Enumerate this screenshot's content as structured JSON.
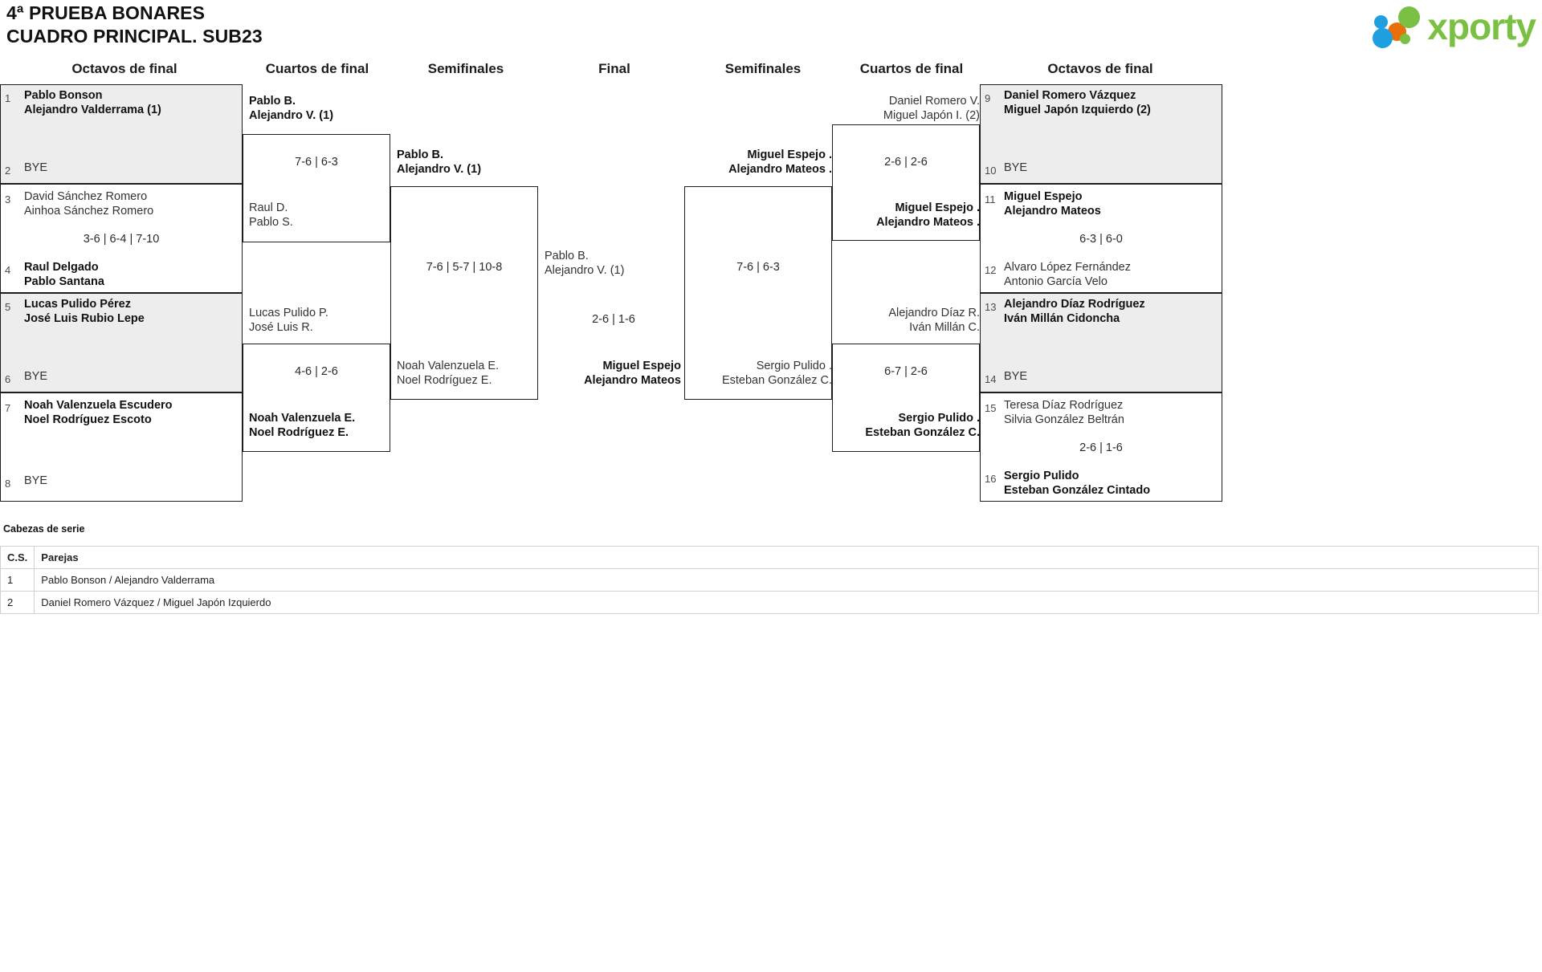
{
  "header": {
    "title_line1": "4ª PRUEBA BONARES",
    "title_line2": "CUADRO PRINCIPAL. SUB23",
    "logo_text": "xporty"
  },
  "rounds": {
    "left_octavos": "Octavos de final",
    "left_cuartos": "Cuartos de final",
    "left_semis": "Semifinales",
    "final": "Final",
    "right_semis": "Semifinales",
    "right_cuartos": "Cuartos de final",
    "right_octavos": "Octavos de final"
  },
  "left_octavos": [
    {
      "seed": "1",
      "p1": "Pablo Bonson",
      "p2": "Alejandro Valderrama (1)",
      "winner": true,
      "bye": false
    },
    {
      "seed": "2",
      "p1": "BYE",
      "p2": "",
      "winner": false,
      "bye": true
    },
    {
      "seed": "3",
      "p1": "David Sánchez Romero",
      "p2": "Ainhoa Sánchez Romero",
      "winner": false,
      "bye": false
    },
    {
      "seed": "4",
      "p1": "Raul Delgado",
      "p2": "Pablo Santana",
      "winner": true,
      "bye": false
    },
    {
      "seed": "5",
      "p1": "Lucas Pulido Pérez",
      "p2": "José Luis Rubio Lepe",
      "winner": true,
      "bye": false
    },
    {
      "seed": "6",
      "p1": "BYE",
      "p2": "",
      "winner": false,
      "bye": true
    },
    {
      "seed": "7",
      "p1": "Noah Valenzuela Escudero",
      "p2": "Noel Rodríguez Escoto",
      "winner": true,
      "bye": false
    },
    {
      "seed": "8",
      "p1": "BYE",
      "p2": "",
      "winner": false,
      "bye": true
    }
  ],
  "left_octavos_scores": {
    "match2": "3-6 | 6-4 | 7-10"
  },
  "left_cuartos": [
    {
      "p1": "Pablo B.",
      "p2": "Alejandro V. (1)",
      "winner": true
    },
    {
      "p1": "Raul D.",
      "p2": "Pablo S.",
      "winner": false
    },
    {
      "p1": "Lucas Pulido P.",
      "p2": "José Luis R.",
      "winner": false
    },
    {
      "p1": "Noah Valenzuela E.",
      "p2": "Noel Rodríguez E.",
      "winner": true
    }
  ],
  "left_cuartos_scores": {
    "match1": "7-6 | 6-3",
    "match2": "4-6 | 2-6"
  },
  "left_semis": [
    {
      "p1": "Pablo B.",
      "p2": "Alejandro V. (1)",
      "winner": true
    },
    {
      "p1": "Noah Valenzuela E.",
      "p2": "Noel Rodríguez E.",
      "winner": false
    }
  ],
  "left_semis_scores": {
    "match1": "7-6 | 5-7 | 10-8"
  },
  "final": {
    "left_side": {
      "p1": "Pablo B.",
      "p2": "Alejandro V. (1)",
      "winner": false
    },
    "right_side": {
      "p1": "Miguel Espejo .",
      "p2": "Alejandro Mateos .",
      "winner": true
    },
    "score": "2-6 | 1-6"
  },
  "right_semis": [
    {
      "p1": "Miguel Espejo .",
      "p2": "Alejandro Mateos .",
      "winner": true
    },
    {
      "p1": "Sergio Pulido .",
      "p2": "Esteban González C.",
      "winner": false
    }
  ],
  "right_semis_scores": {
    "match1": "7-6 | 6-3"
  },
  "right_cuartos": [
    {
      "p1": "Daniel Romero V.",
      "p2": "Miguel Japón I. (2)",
      "winner": false
    },
    {
      "p1": "Miguel Espejo .",
      "p2": "Alejandro Mateos .",
      "winner": true
    },
    {
      "p1": "Alejandro Díaz R.",
      "p2": "Iván Millán C.",
      "winner": false
    },
    {
      "p1": "Sergio Pulido .",
      "p2": "Esteban González C.",
      "winner": true
    }
  ],
  "right_cuartos_scores": {
    "match1": "2-6 | 2-6",
    "match2": "6-7 | 2-6"
  },
  "right_octavos": [
    {
      "seed": "9",
      "p1": "Daniel Romero Vázquez",
      "p2": "Miguel Japón Izquierdo (2)",
      "winner": true,
      "bye": false
    },
    {
      "seed": "10",
      "p1": "BYE",
      "p2": "",
      "winner": false,
      "bye": true
    },
    {
      "seed": "11",
      "p1": "Miguel Espejo",
      "p2": "Alejandro Mateos",
      "winner": true,
      "bye": false
    },
    {
      "seed": "12",
      "p1": "Alvaro López Fernández",
      "p2": "Antonio García Velo",
      "winner": false,
      "bye": false
    },
    {
      "seed": "13",
      "p1": "Alejandro Díaz Rodríguez",
      "p2": "Iván Millán Cidoncha",
      "winner": true,
      "bye": false
    },
    {
      "seed": "14",
      "p1": "BYE",
      "p2": "",
      "winner": false,
      "bye": true
    },
    {
      "seed": "15",
      "p1": "Teresa Díaz Rodríguez",
      "p2": "Silvia González Beltrán",
      "winner": false,
      "bye": false
    },
    {
      "seed": "16",
      "p1": "Sergio Pulido",
      "p2": "Esteban González Cintado",
      "winner": true,
      "bye": false
    }
  ],
  "right_octavos_scores": {
    "match2": "6-3 | 6-0",
    "match4": "2-6 | 1-6"
  },
  "seeds_table": {
    "caption": "Cabezas de serie",
    "columns": [
      "C.S.",
      "Parejas"
    ],
    "rows": [
      {
        "num": "1",
        "pair": "Pablo Bonson / Alejandro Valderrama"
      },
      {
        "num": "2",
        "pair": "Daniel Romero Vázquez / Miguel Japón Izquierdo"
      }
    ]
  }
}
